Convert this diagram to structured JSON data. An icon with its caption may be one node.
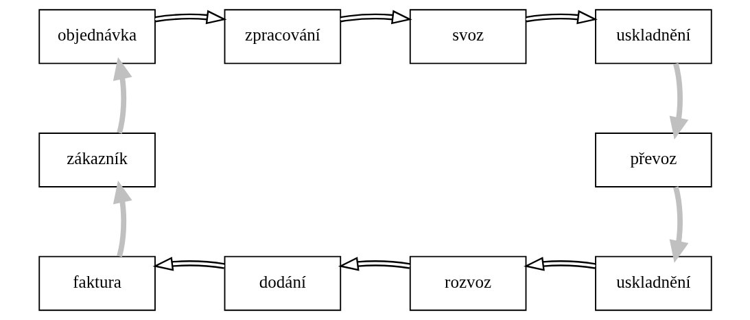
{
  "diagram": {
    "nodes": [
      {
        "text": [
          "objednávka"
        ]
      },
      {
        "text": [
          "zpracování"
        ]
      },
      {
        "text": [
          "svoz"
        ]
      },
      {
        "text": [
          "uskladnění"
        ]
      },
      {
        "text": [
          "zákazník"
        ]
      },
      {
        "text": [
          "převoz"
        ]
      },
      {
        "text": [
          "faktura"
        ]
      },
      {
        "text": [
          "dodání"
        ]
      },
      {
        "text": [
          "rozvoz"
        ]
      },
      {
        "text": [
          "uskladnění"
        ]
      }
    ],
    "edges": [
      {
        "from": 0,
        "to": 1,
        "arrow": "to"
      },
      {
        "from": 1,
        "to": 2,
        "arrow": "to"
      },
      {
        "from": 2,
        "to": 3,
        "arrow": "to"
      },
      {
        "from": 3,
        "to": 5,
        "arrow": "to",
        "style": "thick",
        "color": "#c0c0c0"
      },
      {
        "from": 5,
        "to": 9,
        "arrow": "to",
        "style": "thick",
        "color": "#c0c0c0"
      },
      {
        "from": 9,
        "to": 8,
        "arrow": "to"
      },
      {
        "from": 8,
        "to": 7,
        "arrow": "to"
      },
      {
        "from": 7,
        "to": 6,
        "arrow": "to"
      },
      {
        "from": 6,
        "to": 4,
        "arrow": "to",
        "style": "thick",
        "color": "#c0c0c0"
      },
      {
        "from": 4,
        "to": 0,
        "arrow": "to",
        "style": "thick",
        "color": "#c0c0c0"
      }
    ]
  }
}
